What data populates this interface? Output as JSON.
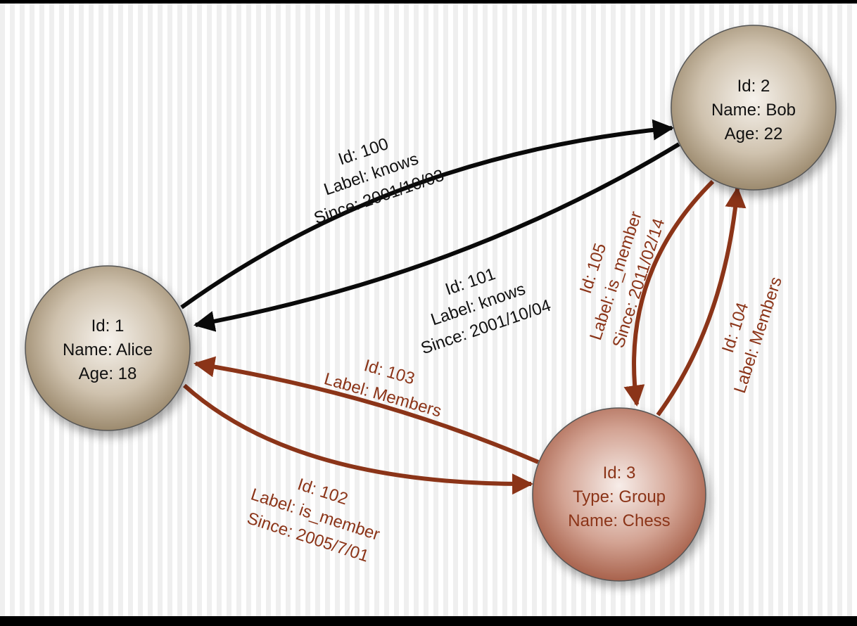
{
  "colors": {
    "knows": "#0a0a0a",
    "member": "#8b3418",
    "person_node": "#b5a48a",
    "group_node": "#b97a66"
  },
  "nodes": [
    {
      "id": "alice",
      "lines": [
        "Id: 1",
        "Name: Alice",
        "Age: 18"
      ]
    },
    {
      "id": "bob",
      "lines": [
        "Id: 2",
        "Name: Bob",
        "Age: 22"
      ]
    },
    {
      "id": "chess",
      "lines": [
        "Id: 3",
        "Type: Group",
        "Name: Chess"
      ]
    }
  ],
  "edges": [
    {
      "id": "e100",
      "lines": [
        "Id: 100",
        "Label: knows",
        "Since: 2001/10/03"
      ]
    },
    {
      "id": "e101",
      "lines": [
        "Id: 101",
        "Label: knows",
        "Since: 2001/10/04"
      ]
    },
    {
      "id": "e102",
      "lines": [
        "Id: 102",
        "Label: is_member",
        "Since: 2005/7/01"
      ]
    },
    {
      "id": "e103",
      "lines": [
        "Id: 103",
        "Label: Members"
      ]
    },
    {
      "id": "e104",
      "lines": [
        "Id: 104",
        "Label: Members"
      ]
    },
    {
      "id": "e105",
      "lines": [
        "Id: 105",
        "Label: is_member",
        "Since: 2011/02/14"
      ]
    }
  ]
}
